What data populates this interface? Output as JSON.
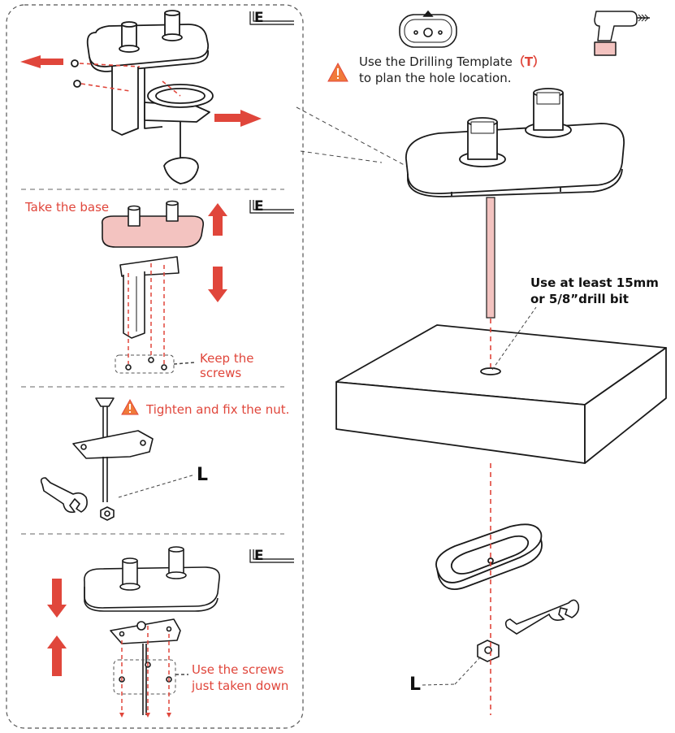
{
  "panel_left": {
    "step1": {
      "tool_letter": "E"
    },
    "step2": {
      "tool_letter": "E",
      "label_take_base": "Take the base",
      "label_keep_1": "Keep the",
      "label_keep_2": "screws"
    },
    "step3": {
      "label_tighten": "Tighten and fix the nut.",
      "part_letter": "L"
    },
    "step4": {
      "tool_letter": "E",
      "label_use_1": "Use the screws",
      "label_use_2": "just taken down"
    }
  },
  "panel_right": {
    "template_line1_pre": "Use the Drilling Template",
    "template_line1_mark": "（T）",
    "template_line2": "to plan the hole location.",
    "drill_note_1": "Use at least 15mm",
    "drill_note_2": "or 5/8”drill bit",
    "part_letter": "L"
  },
  "colors": {
    "accent_red": "#e0463b",
    "highlight_base": "#f3c3c0",
    "line": "#1a1a1a"
  },
  "icons": [
    "allen-key-icon",
    "warning-icon",
    "drill-icon",
    "drilling-template-icon",
    "wrench-icon",
    "arrow-icon"
  ]
}
